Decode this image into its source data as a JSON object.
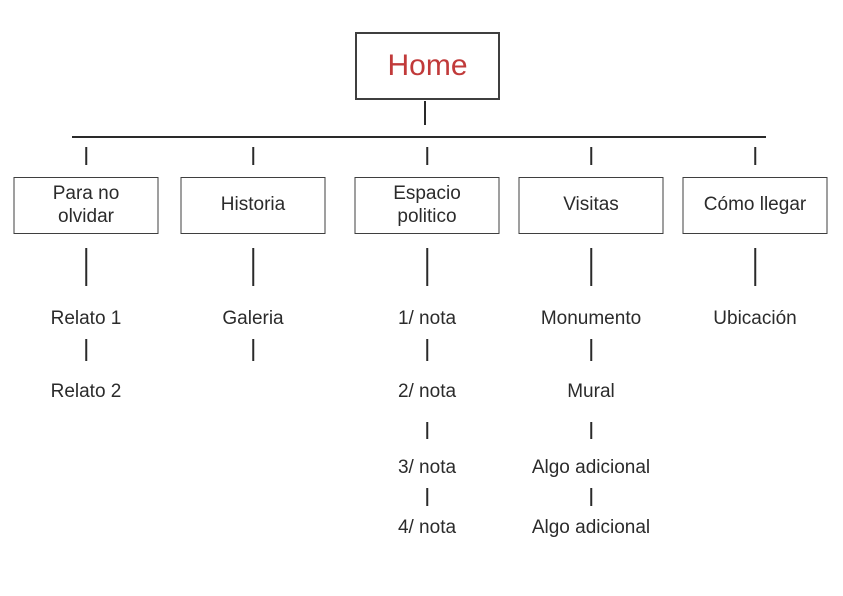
{
  "diagram": {
    "root": {
      "label": "Home"
    },
    "branches": [
      {
        "label": "Para no olvidar",
        "children": [
          "Relato 1",
          "Relato 2"
        ]
      },
      {
        "label": "Historia",
        "children": [
          "Galeria"
        ],
        "trailing_connector": true
      },
      {
        "label": "Espacio politico",
        "children": [
          "1/ nota",
          "2/ nota",
          "3/ nota",
          "4/ nota"
        ]
      },
      {
        "label": "Visitas",
        "children": [
          "Monumento",
          "Mural",
          "Algo adicional",
          "Algo adicional"
        ]
      },
      {
        "label": "Cómo llegar",
        "children": [
          "Ubicación"
        ]
      }
    ],
    "colors": {
      "root_label": "#c13a3a",
      "node_border": "#3f3f3f",
      "node_text": "#2b2b2b",
      "line": "#2a2a2a",
      "background": "#ffffff"
    }
  }
}
